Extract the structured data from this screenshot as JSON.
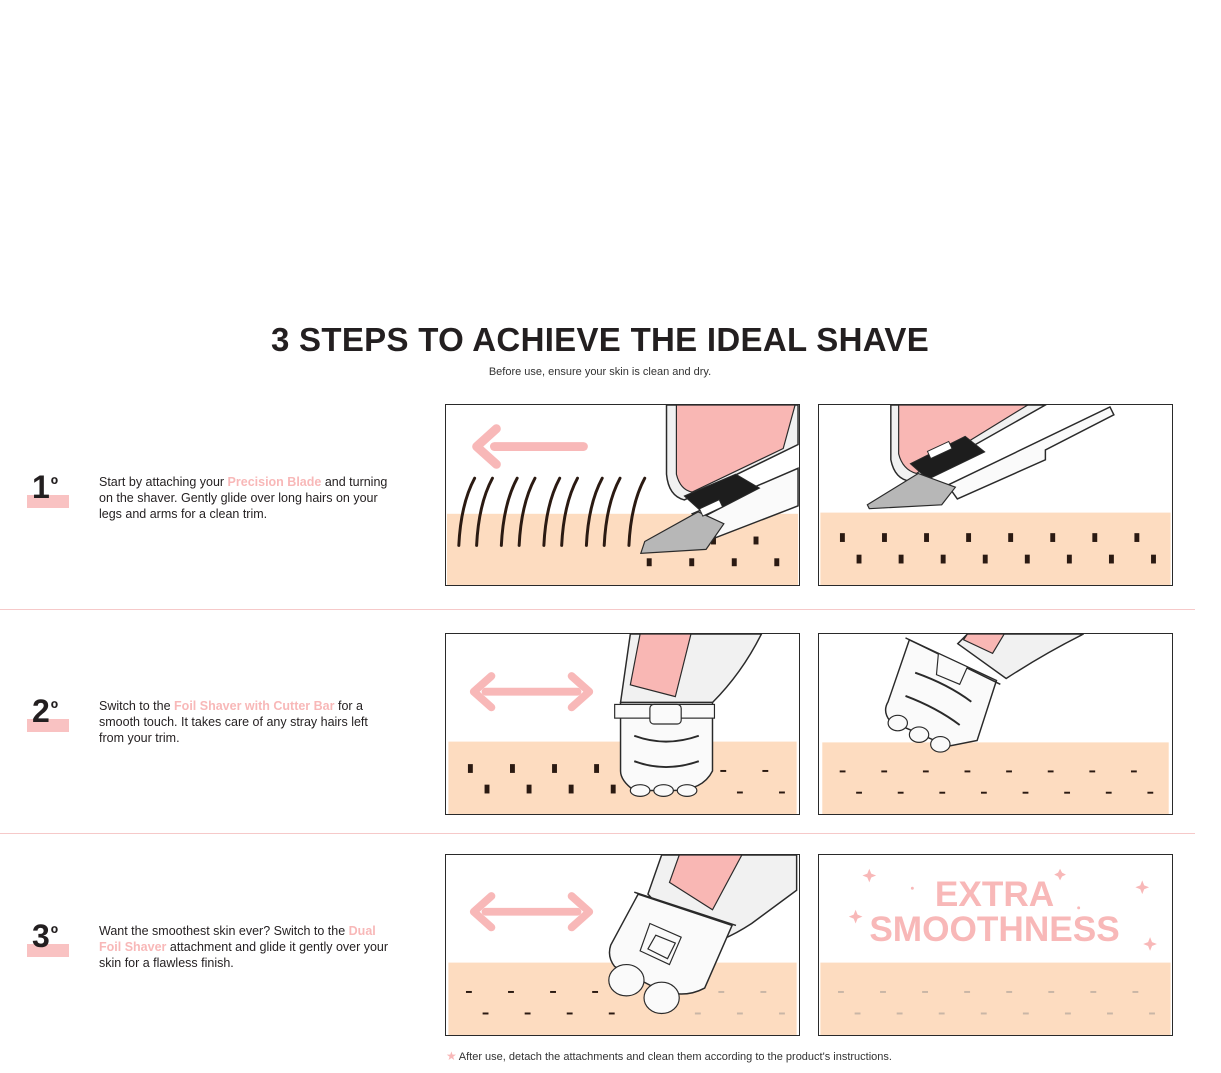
{
  "header": {
    "title": "3 STEPS TO ACHIEVE THE IDEAL SHAVE",
    "subtitle": "Before use, ensure your skin is clean and dry."
  },
  "steps": [
    {
      "number": "1",
      "degree": "º",
      "text_before": "Start by attaching your ",
      "highlight": "Precision Blade",
      "text_after": " and turning on the shaver. Gently glide over long hairs on your legs and arms for a clean trim."
    },
    {
      "number": "2",
      "degree": "º",
      "text_before": "Switch to the ",
      "highlight": "Foil Shaver with Cutter Bar",
      "text_after": " for a smooth touch. It takes care of any stray hairs left from your trim."
    },
    {
      "number": "3",
      "degree": "º",
      "text_before": "Want the smoothest skin ever? Switch to the ",
      "highlight": "Dual Foil Shaver",
      "text_after": " attachment and glide it gently over your skin for a flawless finish."
    }
  ],
  "result_panel": {
    "line1": "EXTRA",
    "line2": "SMOOTHNESS"
  },
  "footnote": {
    "star": "★",
    "text": "After use, detach the attachments and clean them according to the product's instructions."
  },
  "colors": {
    "accent_pink": "#f8b8b8",
    "skin": "#fddcc0",
    "hair": "#2b1a12",
    "device_gray": "#b7b7b7",
    "device_pink": "#f9b7b4"
  }
}
